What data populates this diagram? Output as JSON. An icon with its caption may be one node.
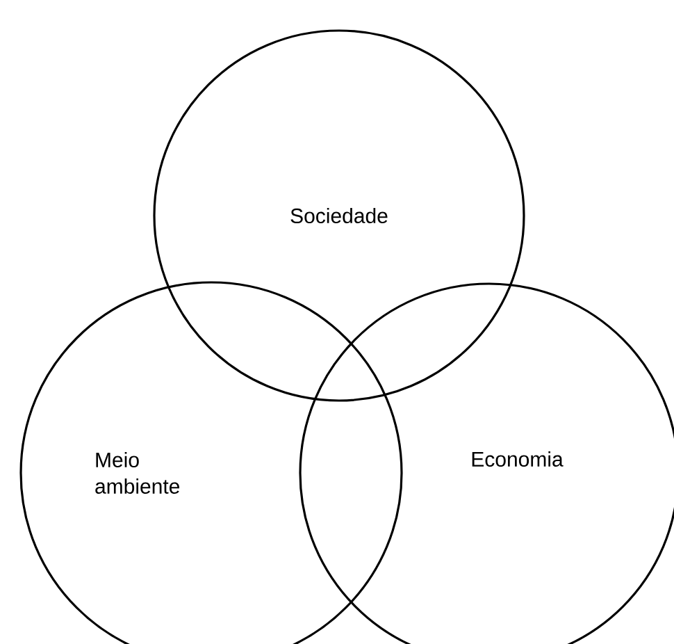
{
  "diagram": {
    "nodes": [
      {
        "text": [
          "Sociedade"
        ]
      },
      {
        "text": [
          "Meio ambiente"
        ]
      },
      {
        "text": [
          "Economia"
        ]
      }
    ]
  }
}
